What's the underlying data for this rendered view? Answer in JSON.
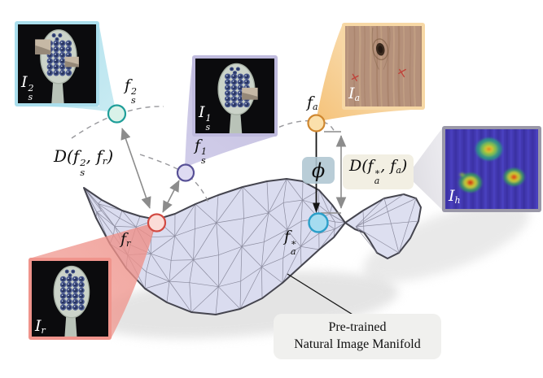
{
  "caption": {
    "line1": "Pre-trained",
    "line2": "Natural Image Manifold"
  },
  "labels": {
    "f_s2": {
      "parts": [
        {
          "t": "f",
          "sup": "2",
          "sub": "s"
        }
      ]
    },
    "f_s1": {
      "parts": [
        {
          "t": "f",
          "sup": "1",
          "sub": "s"
        }
      ]
    },
    "f_a": {
      "parts": [
        {
          "t": "f",
          "sub": "a"
        }
      ]
    },
    "f_r": {
      "parts": [
        {
          "t": "f",
          "sub": "r"
        }
      ]
    },
    "f_a_star": {
      "parts": [
        {
          "t": "f",
          "sup": "∗",
          "sub": "a"
        }
      ]
    },
    "phi": {
      "parts": [
        {
          "t": "ϕ"
        }
      ]
    },
    "d_s2_r": {
      "parts": [
        {
          "t": "D("
        },
        {
          "t": "f",
          "sup": "2",
          "sub": "s"
        },
        {
          "t": ", "
        },
        {
          "t": "f",
          "sub": "r"
        },
        {
          "t": ")"
        }
      ]
    },
    "d_astar_a": {
      "parts": [
        {
          "t": "D("
        },
        {
          "t": "f",
          "sup": "∗",
          "sub": "a"
        },
        {
          "t": ", "
        },
        {
          "t": "f",
          "sub": "a"
        },
        {
          "t": ")"
        }
      ]
    },
    "i_s2": {
      "parts": [
        {
          "t": "I",
          "sup": "2",
          "sub": "s"
        }
      ]
    },
    "i_s1": {
      "parts": [
        {
          "t": "I",
          "sup": "1",
          "sub": "s"
        }
      ]
    },
    "i_r": {
      "parts": [
        {
          "t": "I",
          "sub": "r"
        }
      ]
    },
    "i_a": {
      "parts": [
        {
          "t": "I",
          "sub": "a"
        }
      ]
    },
    "i_h": {
      "parts": [
        {
          "t": "I",
          "sub": "h"
        }
      ]
    }
  },
  "colors": {
    "manifold_fill": "#dadcef",
    "manifold_edge": "#45454f",
    "beam_cyan": "#b7e4ef",
    "beam_purple": "#c6c2e2",
    "beam_orange": "#f6cc85",
    "beam_red": "#ef948c",
    "beam_gray": "#e6e5e9",
    "point_teal_stroke": "#1f9e99",
    "point_purple_stroke": "#575096",
    "point_orange_stroke": "#cf8730",
    "point_red_stroke": "#d24a42",
    "point_blue_stroke": "#2b9fc9",
    "arrow_gray": "#8c8c8c",
    "phi_box": "#afc6d1",
    "distance_label_box": "#f2efe3",
    "caption_box": "#f0f0ee"
  }
}
